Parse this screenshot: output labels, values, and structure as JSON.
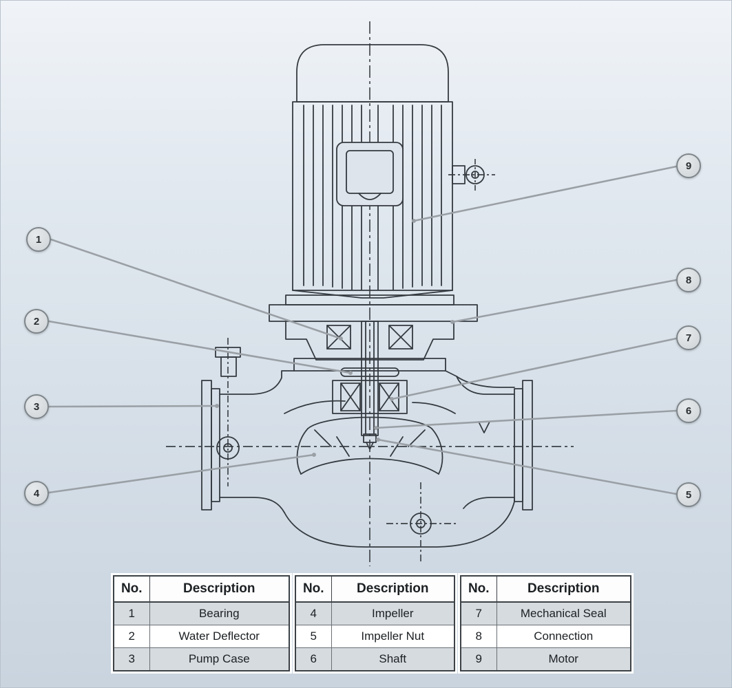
{
  "callouts": [
    {
      "id": 1,
      "label": "1"
    },
    {
      "id": 2,
      "label": "2"
    },
    {
      "id": 3,
      "label": "3"
    },
    {
      "id": 4,
      "label": "4"
    },
    {
      "id": 5,
      "label": "5"
    },
    {
      "id": 6,
      "label": "6"
    },
    {
      "id": 7,
      "label": "7"
    },
    {
      "id": 8,
      "label": "8"
    },
    {
      "id": 9,
      "label": "9"
    }
  ],
  "tables": [
    {
      "no_header": "No.",
      "desc_header": "Description",
      "rows": [
        {
          "no": "1",
          "desc": "Bearing"
        },
        {
          "no": "2",
          "desc": "Water Deflector"
        },
        {
          "no": "3",
          "desc": "Pump Case"
        }
      ]
    },
    {
      "no_header": "No.",
      "desc_header": "Description",
      "rows": [
        {
          "no": "4",
          "desc": "Impeller"
        },
        {
          "no": "5",
          "desc": "Impeller Nut"
        },
        {
          "no": "6",
          "desc": "Shaft"
        }
      ]
    },
    {
      "no_header": "No.",
      "desc_header": "Description",
      "rows": [
        {
          "no": "7",
          "desc": "Mechanical Seal"
        },
        {
          "no": "8",
          "desc": "Connection"
        },
        {
          "no": "9",
          "desc": "Motor"
        }
      ]
    }
  ],
  "colors": {
    "leader_line": "#9aa0a5",
    "drawing_line": "#343a3f",
    "callout_fill": "#d9dde1",
    "callout_border": "#7e868b",
    "row_shade": "#d6dbe0",
    "background_top": "#f0f3f7",
    "background_bottom": "#c9d4df"
  }
}
